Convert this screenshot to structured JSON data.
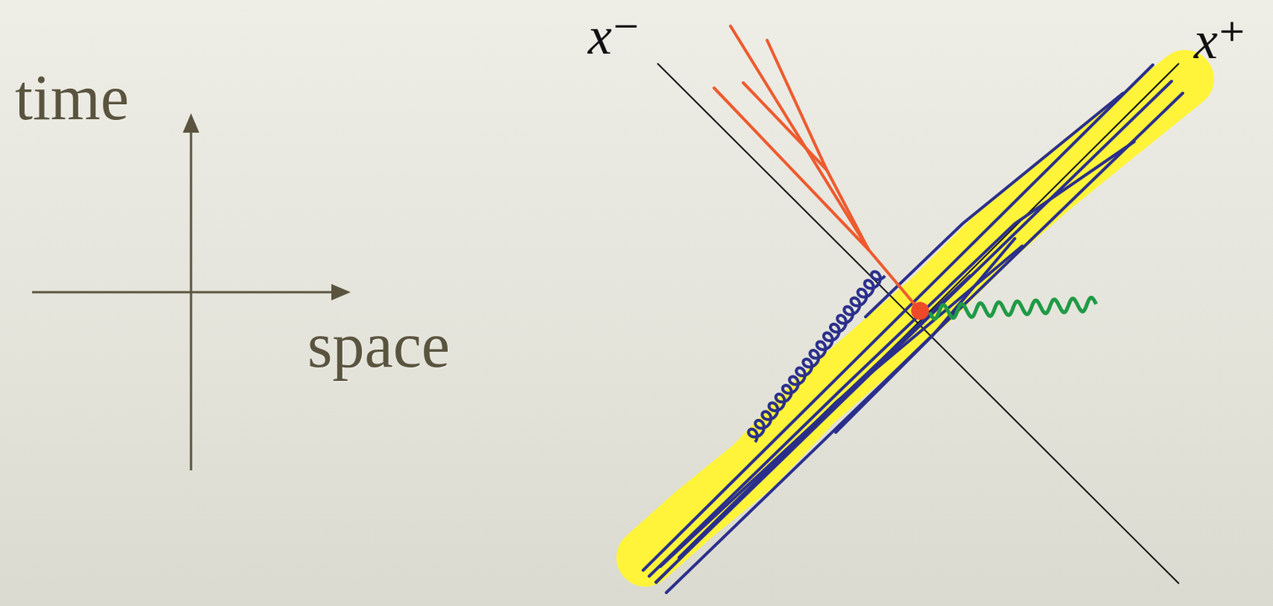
{
  "diagram": {
    "labels": [
      "time",
      "space",
      "x⁻",
      "x⁺"
    ]
  }
}
